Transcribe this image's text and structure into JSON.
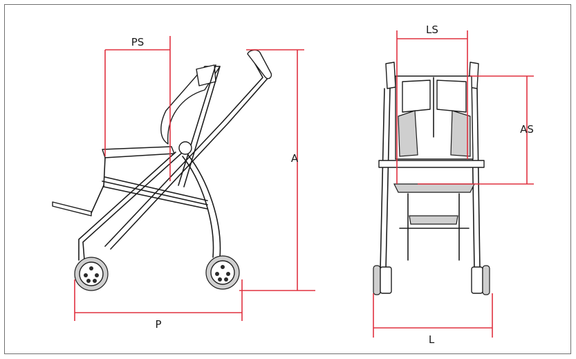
{
  "diagram": {
    "labels": {
      "seat_depth": "PS",
      "height": "A",
      "depth": "P",
      "seat_width": "LS",
      "seat_height": "AS",
      "width": "L"
    },
    "colors": {
      "dimension_line": "#e0303f",
      "ink": "#1c1c1c",
      "border": "#6f6f6f"
    },
    "icons": [
      "side-view-stroller",
      "front-view-stroller"
    ]
  }
}
